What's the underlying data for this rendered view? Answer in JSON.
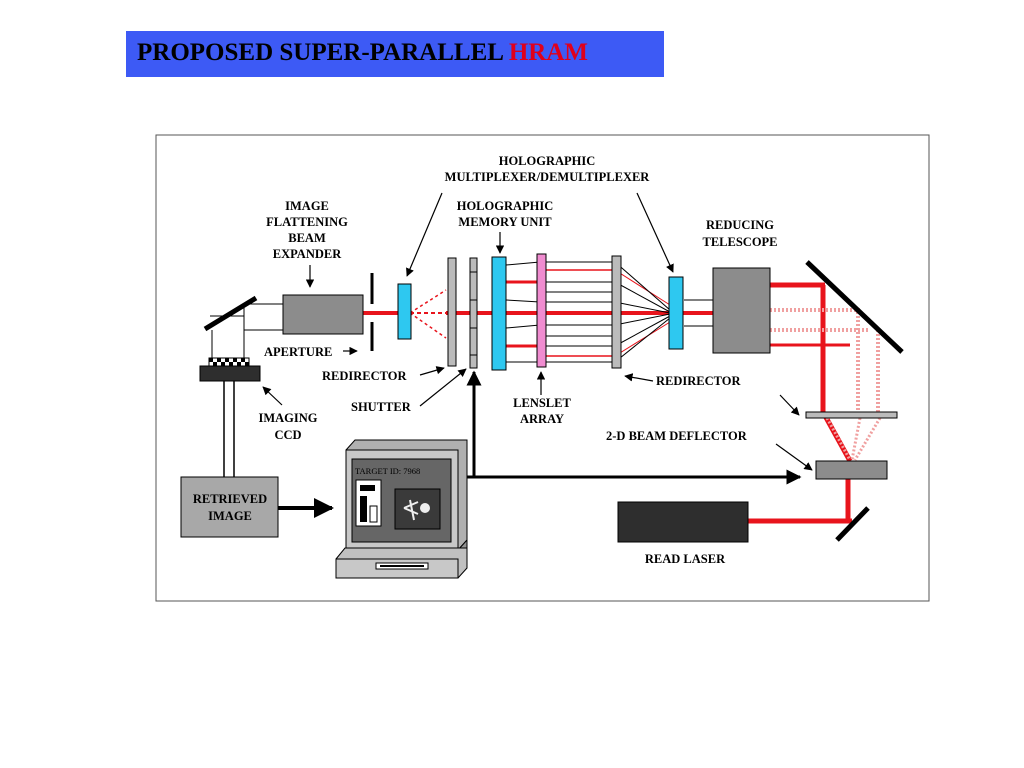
{
  "title": {
    "main": "PROPOSED SUPER-PARALLEL",
    "highlight": "HRAM",
    "highlight_color": "#e0001b",
    "box_color": "#3d5af5"
  },
  "labels": {
    "holo_mux_1": "HOLOGRAPHIC",
    "holo_mux_2": "MULTIPLEXER/DEMULTIPLEXER",
    "holo_mem_1": "HOLOGRAPHIC",
    "holo_mem_2": "MEMORY UNIT",
    "expander_1": "IMAGE",
    "expander_2": "FLATTENING",
    "expander_3": "BEAM",
    "expander_4": "EXPANDER",
    "reducing_1": "REDUCING",
    "reducing_2": "TELESCOPE",
    "aperture": "APERTURE",
    "redirector_left": "REDIRECTOR",
    "redirector_right": "REDIRECTOR",
    "shutter": "SHUTTER",
    "lenslet_1": "LENSLET",
    "lenslet_2": "ARRAY",
    "ccd_1": "IMAGING",
    "ccd_2": "CCD",
    "deflector": "2-D BEAM DEFLECTOR",
    "retrieved_1": "RETRIEVED",
    "retrieved_2": "IMAGE",
    "target_id": "TARGET  ID:  7968",
    "read_laser": "READ LASER"
  },
  "colors": {
    "laser": "#e8141c",
    "blue_element": "#2ec8f0",
    "pink_element": "#f08cd0",
    "gray_box": "#8c8c8c",
    "dark_box": "#2e2e2e",
    "monitor": "#c8c8c8"
  }
}
